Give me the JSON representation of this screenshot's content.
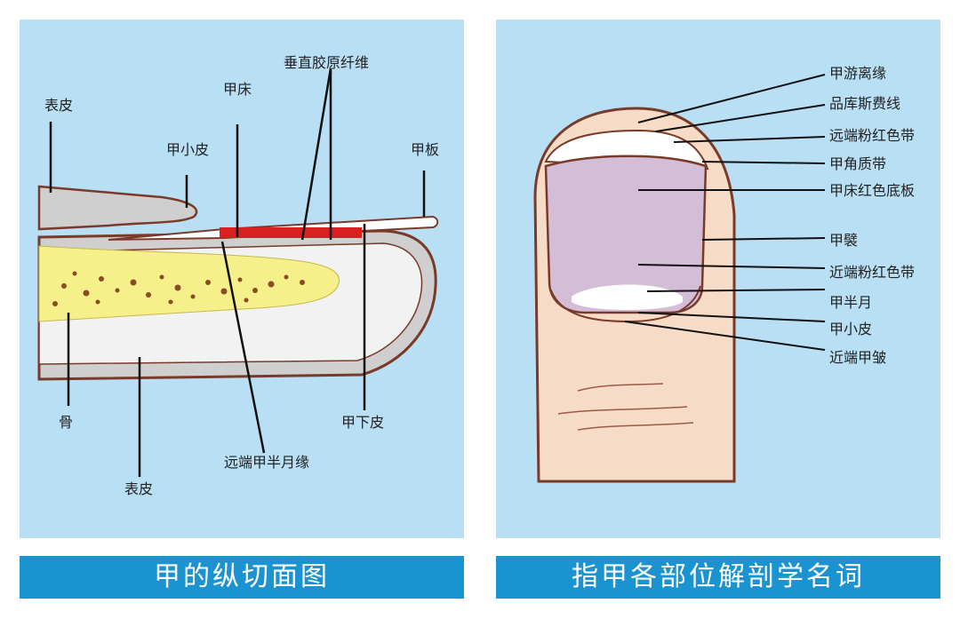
{
  "left_diagram": {
    "caption": "甲的纵切面图",
    "labels": {
      "vertical_collagen": "垂直胶原纤维",
      "nail_bed": "甲床",
      "epidermis_top": "表皮",
      "eponychium": "甲小皮",
      "nail_plate": "甲板",
      "bone": "骨",
      "hyponychium": "甲下皮",
      "distal_lunula_edge": "远端甲半月缘",
      "epidermis_bottom": "表皮"
    }
  },
  "right_diagram": {
    "caption": "指甲各部位解剖学名词",
    "labels": [
      "甲游离缘",
      "品库斯费线",
      "远端粉红色带",
      "甲角质带",
      "甲床红色底板",
      "甲襞",
      "近端粉红色带",
      "甲半月",
      "甲小皮",
      "近端甲皱"
    ]
  },
  "colors": {
    "panel_bg": "#b8dff3",
    "caption_bg": "#1b93d1",
    "skin": "#f6dcc6",
    "outline": "#7a3a2a",
    "nail_bed": "#d4bdd6",
    "bone": "#f5f08a",
    "red_band": "#d92020"
  }
}
